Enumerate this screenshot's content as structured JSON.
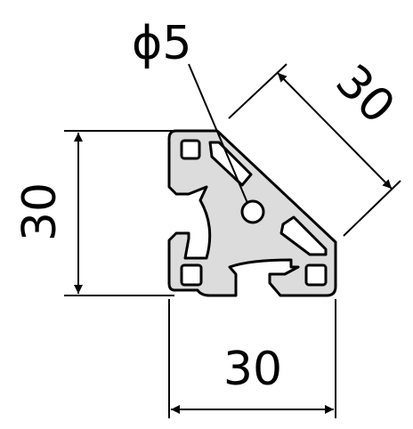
{
  "dimensions": {
    "diameter_symbol": "ϕ",
    "diameter_value": "5",
    "height": "30",
    "width": "30",
    "diagonal": "30"
  },
  "colors": {
    "profile_fill": "#dcdcdc",
    "line": "#000000",
    "background": "#ffffff"
  }
}
